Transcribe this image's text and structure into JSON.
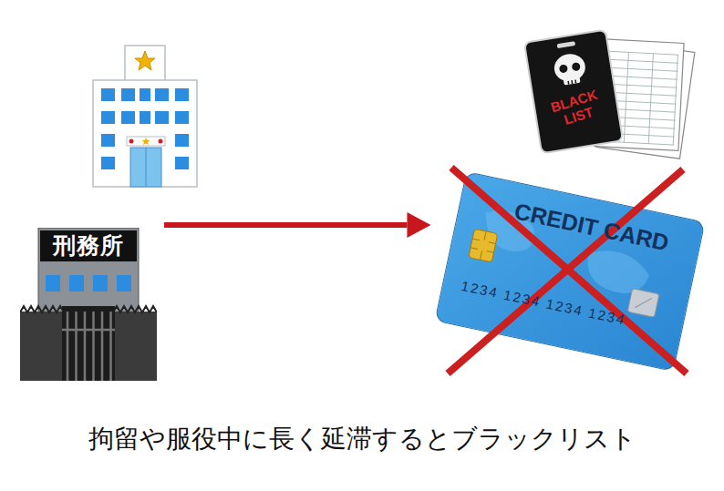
{
  "diagram": {
    "caption": "拘留や服役中に長く延滞するとブラックリスト",
    "nodes": [
      {
        "text": [
          "刑務所"
        ]
      },
      {
        "text": [
          "CREDIT CARD",
          "1234 1234 1234 1234"
        ]
      },
      {
        "text": [
          "BLACK LIST"
        ]
      }
    ],
    "edges": [
      {
        "from": 0,
        "to": 1,
        "arrow": "to"
      }
    ]
  }
}
